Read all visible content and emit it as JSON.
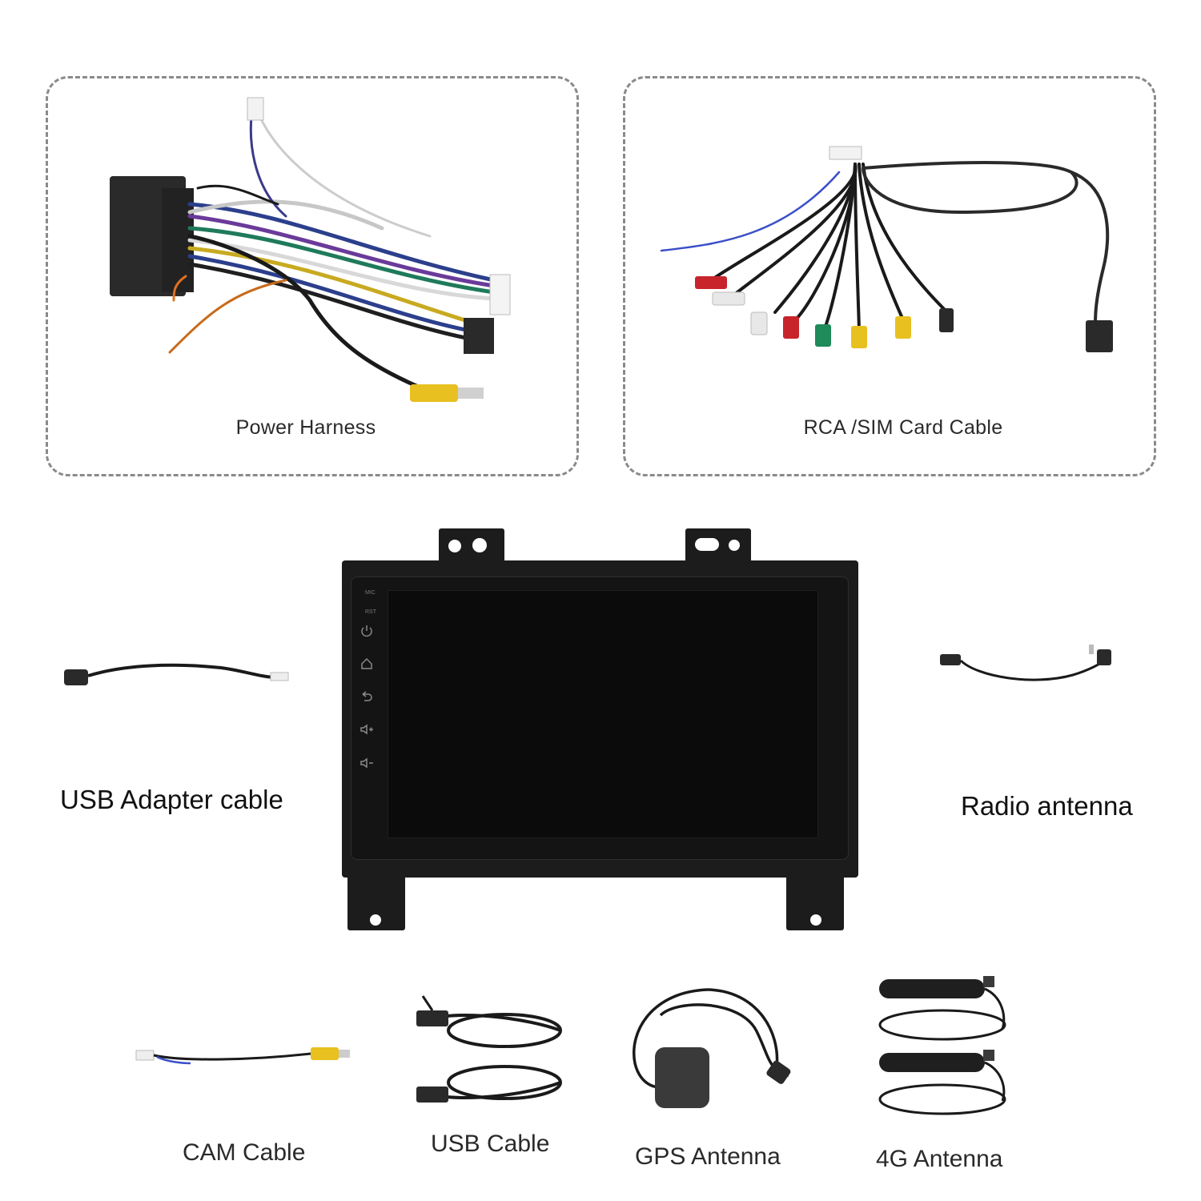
{
  "accessories": {
    "power_harness": "Power Harness",
    "rca_sim_cable": "RCA /SIM Card Cable",
    "usb_adapter_cable": "USB Adapter cable",
    "radio_antenna": "Radio antenna",
    "cam_cable": "CAM Cable",
    "usb_cable": "USB Cable",
    "gps_antenna": "GPS Antenna",
    "antenna_4g": "4G Antenna"
  },
  "head_unit": {
    "mic_label": "MIC",
    "rst_label": "RST",
    "buttons": [
      "power-icon",
      "home-icon",
      "back-icon",
      "volume-up-icon",
      "volume-down-icon"
    ]
  },
  "colors": {
    "frame": "#1c1c1c",
    "screen": "#0b0b0b",
    "dashed_border": "#8a8a8a",
    "rca_red": "#c8242c",
    "rca_white": "#e8e8e8",
    "rca_yellow": "#e8c020",
    "rca_green": "#1f8a5a"
  }
}
